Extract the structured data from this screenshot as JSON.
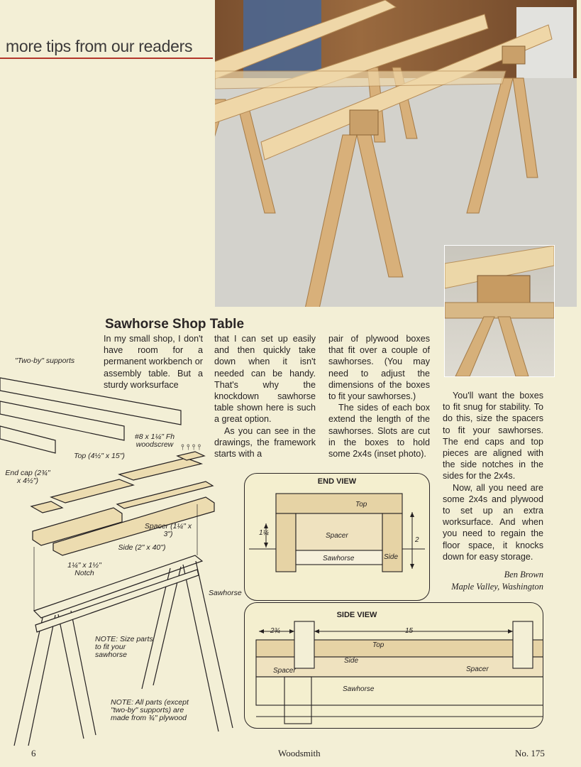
{
  "header": {
    "title": "more tips from our readers"
  },
  "article": {
    "title": "Sawhorse Shop Table",
    "col1": "In my small shop, I don't have room for a permanent workbench or assembly table. But a sturdy worksurface",
    "col2_p1": "that I can set up easily and then quickly take down when it isn't needed can be handy. That's why the knockdown sawhorse table shown here is such a great option.",
    "col2_p2": "As you can see in the drawings, the framework starts with a",
    "col3_p1": "pair of plywood boxes that fit over a couple of sawhorses. (You may need to adjust the dimensions of the boxes to fit your sawhorses.)",
    "col3_p2": "The sides of each box extend the length of the sawhorses. Slots are cut in the boxes to hold some 2x4s (inset photo).",
    "col4_p1": "You'll want the boxes to fit snug for stability. To do this, size the spacers to fit your sawhorses. The end caps and top pieces are aligned with the side notches in the sides for the 2x4s.",
    "col4_p2": "Now, all you need are some 2x4s and plywood to set up an extra worksurface. And when you need to regain the floor space, it knocks down for easy storage.",
    "author": "Ben Brown",
    "location": "Maple Valley, Washington"
  },
  "exploded_diagram": {
    "two_by_supports": "\"Two-by\" supports",
    "woodscrew": "#8 x 1¼\" Fh woodscrew",
    "top": "Top (4½\" x 15\")",
    "end_cap": "End cap (2¾\" x 4½\")",
    "spacer": "Spacer (1¼\" x 3\")",
    "side": "Side (2\" x 40\")",
    "notch": "1¼\" x 1½\" Notch",
    "sawhorse": "Sawhorse",
    "note1": "NOTE: Size parts to fit your sawhorse",
    "note2": "NOTE: All parts (except \"two-by\" supports) are made from ¾\" plywood"
  },
  "end_view": {
    "title": "END VIEW",
    "top": "Top",
    "spacer": "Spacer",
    "sawhorse": "Sawhorse",
    "side": "Side",
    "dim_left": "1¼",
    "dim_right": "2"
  },
  "side_view": {
    "title": "SIDE VIEW",
    "dim_left": "2¾",
    "dim_span": "15",
    "top": "Top",
    "side": "Side",
    "spacer_left": "Spacer",
    "spacer_right": "Spacer",
    "sawhorse": "Sawhorse"
  },
  "footer": {
    "page": "6",
    "magazine": "Woodsmith",
    "issue": "No. 175"
  },
  "colors": {
    "accent_rule": "#b3362a",
    "paper": "#f3efd6",
    "panel": "#f4efcf",
    "wood": "#d9b98a"
  }
}
